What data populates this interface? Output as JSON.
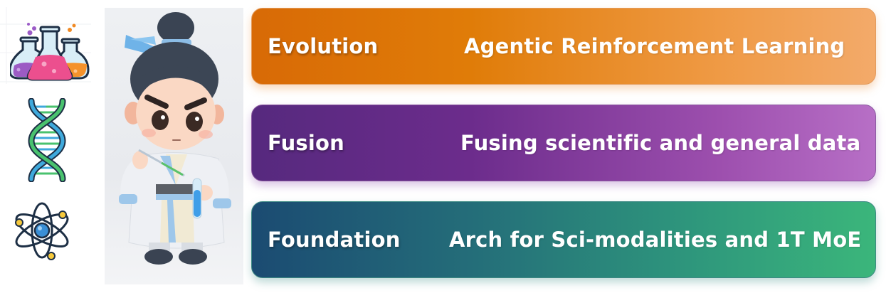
{
  "side_icons": [
    {
      "name": "chemistry-flasks-icon"
    },
    {
      "name": "dna-helix-icon"
    },
    {
      "name": "atom-icon"
    }
  ],
  "mascot": {
    "name": "scientist-mascot-illustration"
  },
  "layers": [
    {
      "label": "Evolution",
      "description": "Agentic Reinforcement Learning",
      "color_start": "#d86a06",
      "color_end": "#f3aa6a"
    },
    {
      "label": "Fusion",
      "description": "Fusing scientific and general data",
      "color_start": "#56297e",
      "color_end": "#b76fc6"
    },
    {
      "label": "Foundation",
      "description": "Arch for Sci-modalities and 1T MoE",
      "color_start": "#1b4b72",
      "color_end": "#3bb67b"
    }
  ]
}
